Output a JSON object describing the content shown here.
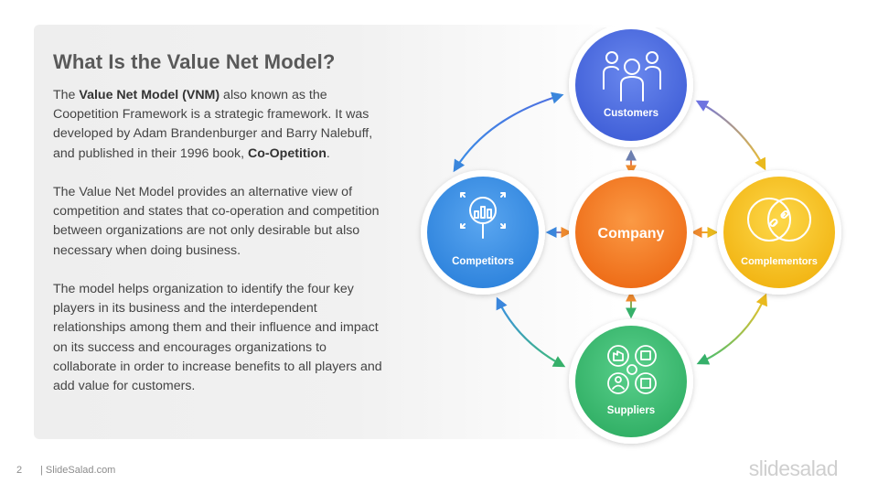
{
  "slide": {
    "title": "What Is the Value Net Model?",
    "paragraphs": [
      {
        "p1": "The ",
        "b1": "Value Net Model (VNM)",
        "p2": " also known as the Coopetition Framework is a strategic framework. It was developed by Adam Brandenburger and Barry Nalebuff, and published in their 1996 book, ",
        "b2": "Co-Opetition",
        "p3": "."
      },
      {
        "text": "The Value Net Model provides an alternative view of competition and states that co-operation and competition between organizations are not only desirable but also necessary when doing business."
      },
      {
        "text": "The model helps organization to identify the four key players in its business and the interdependent relationships among them and their influence and impact on its success and encourages organizations to collaborate in order to increase benefits to all players and add value for customers."
      }
    ]
  },
  "diagram": {
    "center": {
      "label": "Company",
      "color": "#f07c22"
    },
    "nodes": {
      "top": {
        "label": "Customers",
        "icon": "users-group-icon",
        "color": "#4f6fe0"
      },
      "left": {
        "label": "Competitors",
        "icon": "analytics-search-icon",
        "color": "#3a8ee6"
      },
      "right": {
        "label": "Complementors",
        "icon": "linked-circles-icon",
        "color": "#f6c21c"
      },
      "bottom": {
        "label": "Suppliers",
        "icon": "supply-network-icon",
        "color": "#3fbd73"
      }
    }
  },
  "footer": {
    "page_number": "2",
    "site": "| SlideSalad.com",
    "logo": "slidesalad"
  }
}
